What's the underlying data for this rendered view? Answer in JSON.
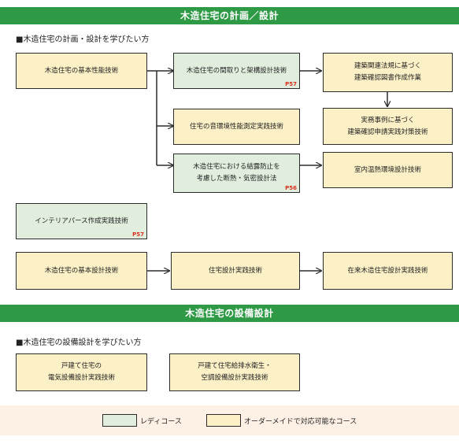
{
  "sections": {
    "planning": {
      "title": "木造住宅の計画／設計",
      "intro": "■木造住宅の計画・設計を学びたい方"
    },
    "equipment": {
      "title": "木造住宅の設備設計",
      "intro": "■木造住宅の設備設計を学びたい方"
    }
  },
  "nodes": {
    "basic_performance": {
      "label": "木造住宅の基本性能技術"
    },
    "floor_plan": {
      "label": "木造住宅の間取りと架構設計技術",
      "page": "P57"
    },
    "building_law": {
      "label": "建築関連法規に基づく\n建築確認図書作成作業"
    },
    "sound_env": {
      "label": "住宅の音環境性能測定実践技術"
    },
    "case_study": {
      "label": "実務事例に基づく\n建築確認申請実践対策技術"
    },
    "condensation": {
      "label": "木造住宅における結露防止を\n考慮した断熱・気密設計法",
      "page": "P56"
    },
    "indoor_thermal": {
      "label": "室内温熱環境設計技術"
    },
    "interior_perspective": {
      "label": "インテリアパース作成実践技術",
      "page": "P57"
    },
    "basic_design": {
      "label": "木造住宅の基本設計技術"
    },
    "housing_design": {
      "label": "住宅設計実践技術"
    },
    "traditional_design": {
      "label": "在来木造住宅設計実践技術"
    },
    "electrical": {
      "label": "戸建て住宅の\n電気設備設計実践技術"
    },
    "plumbing_hvac": {
      "label": "戸建て住宅給排水衛生・\n空調設備設計実践技術"
    }
  },
  "legend": {
    "ready": {
      "label": "レディコース",
      "color": "#e1eedd"
    },
    "custom": {
      "label": "オーダーメイドで対応可能なコース",
      "color": "#fcf0c6"
    }
  },
  "colors": {
    "banner": "#2e9a45",
    "page_ref": "#d9301e"
  }
}
